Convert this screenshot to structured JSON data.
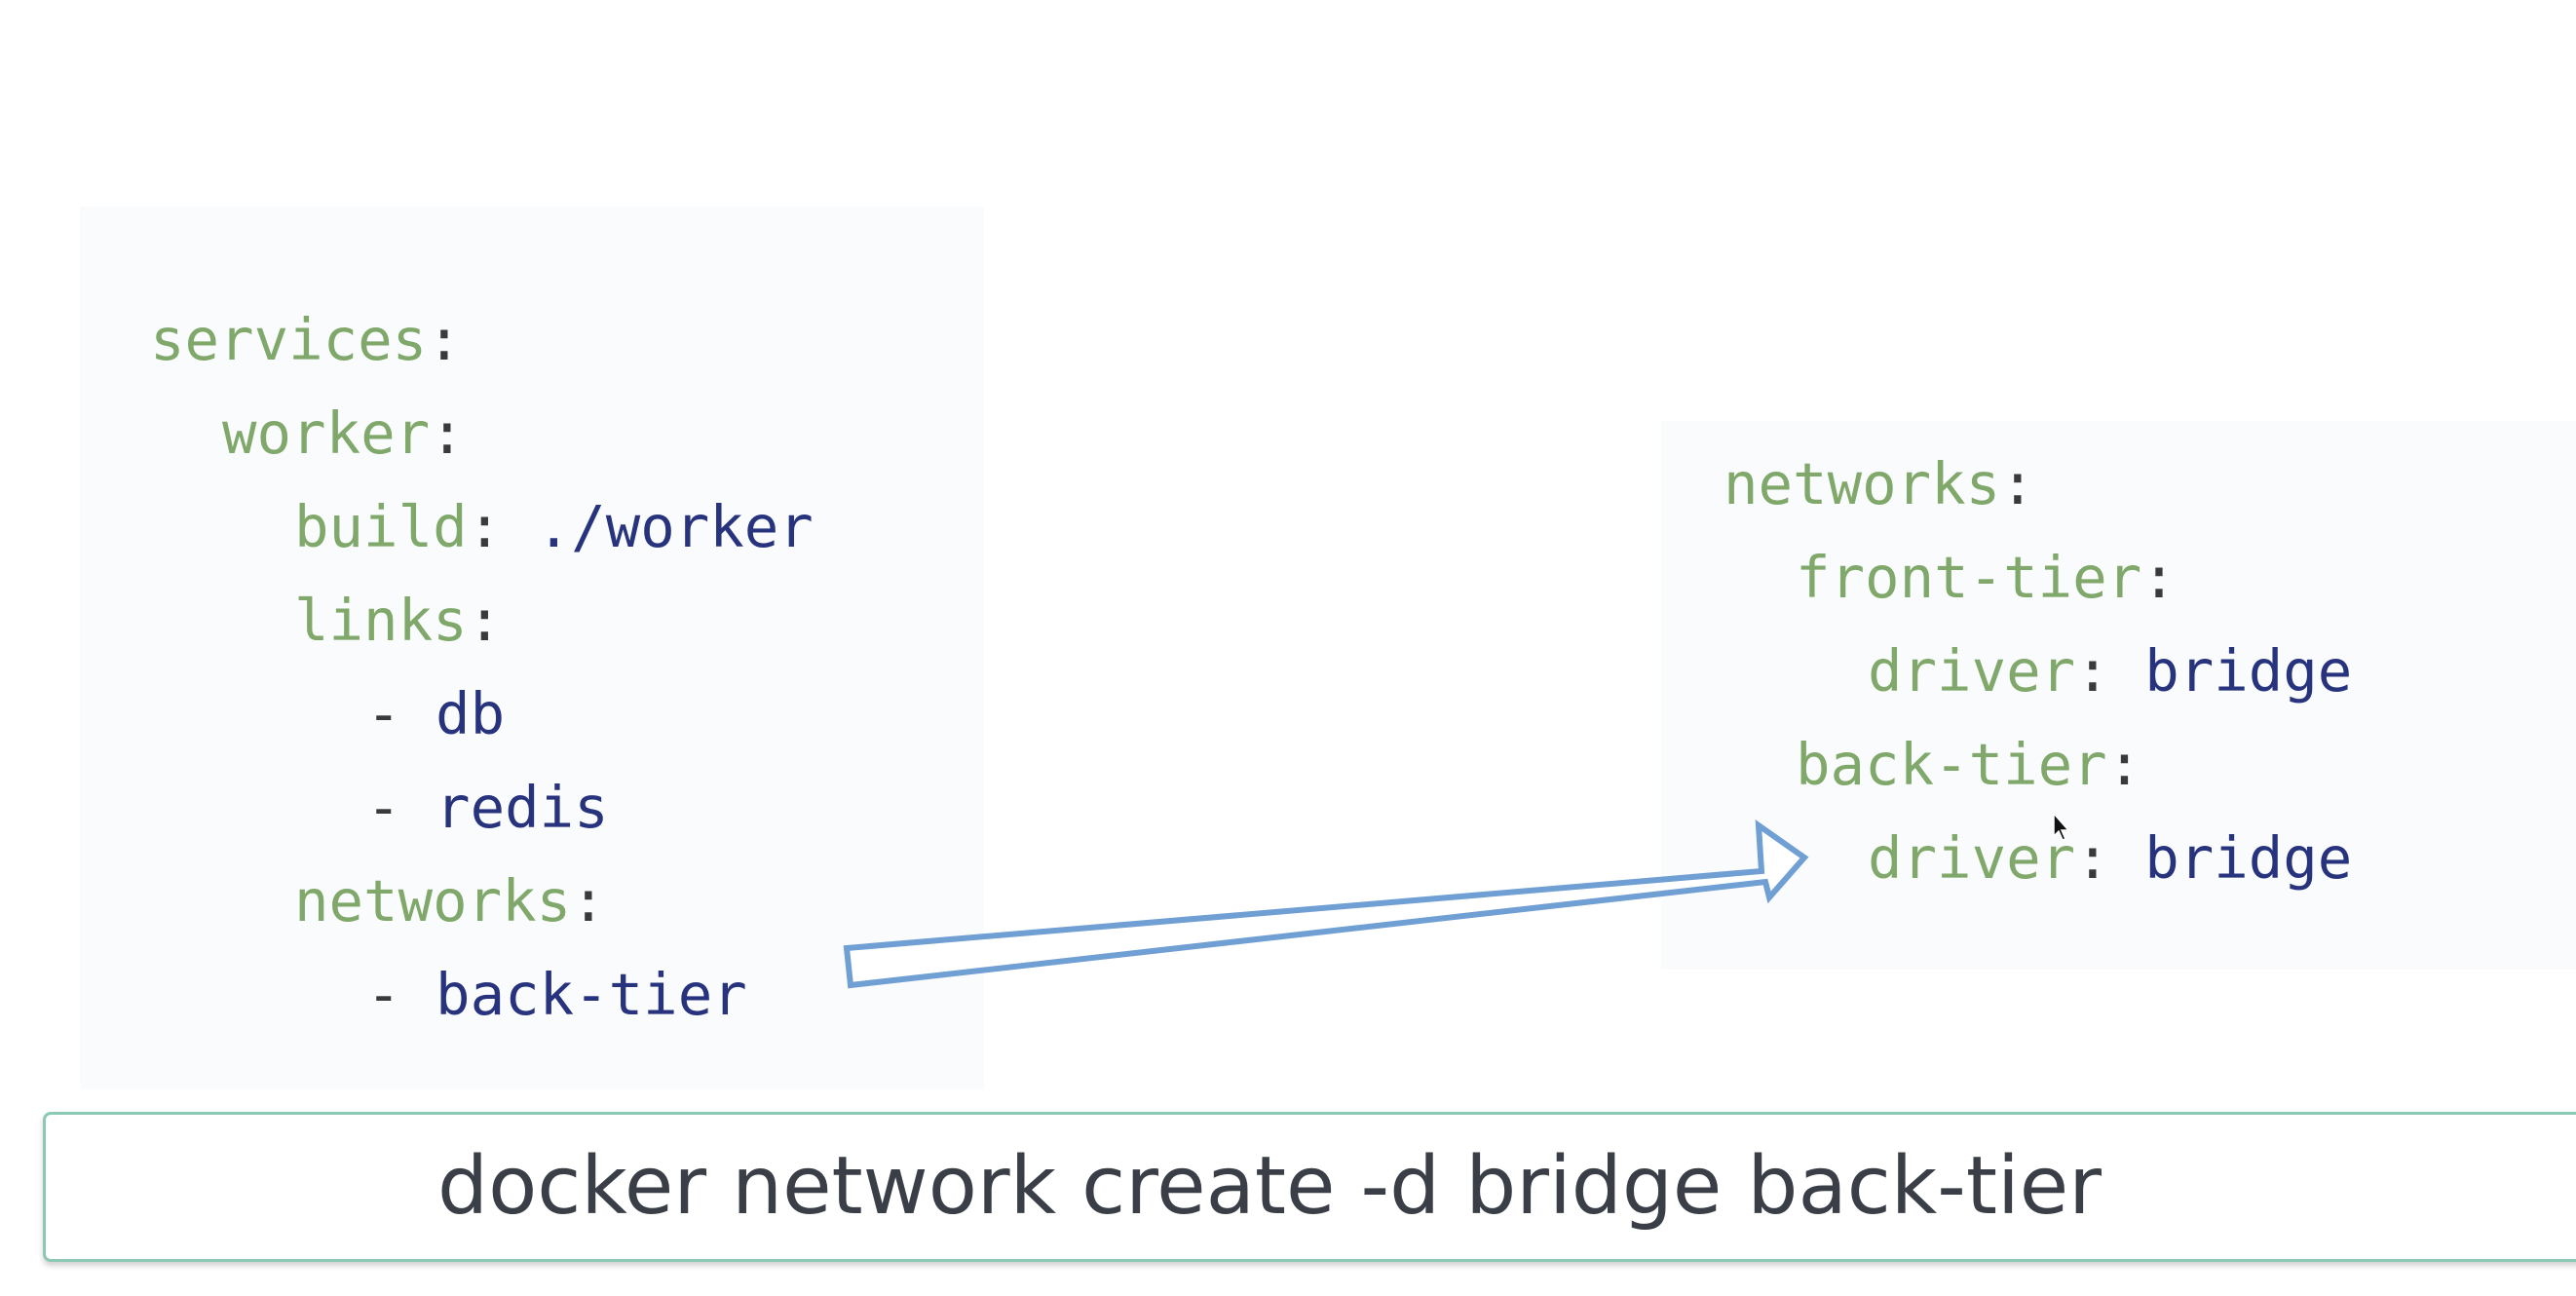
{
  "left_code": {
    "lines": [
      {
        "key": "services",
        "sep": ":",
        "value": ""
      },
      {
        "key": "worker",
        "sep": ":",
        "value": ""
      },
      {
        "key": "build",
        "sep": ": ",
        "value": "./worker"
      },
      {
        "key": "links",
        "sep": ":",
        "value": ""
      },
      {
        "key": "",
        "sep": "- ",
        "value": "db"
      },
      {
        "key": "",
        "sep": "- ",
        "value": "redis"
      },
      {
        "key": "networks",
        "sep": ":",
        "value": ""
      },
      {
        "key": "",
        "sep": "- ",
        "value": "back-tier"
      }
    ]
  },
  "right_code": {
    "lines": [
      {
        "key": "networks",
        "sep": ":",
        "value": ""
      },
      {
        "key": "front-tier",
        "sep": ":",
        "value": ""
      },
      {
        "key": "driver",
        "sep": ": ",
        "value": "bridge"
      },
      {
        "key": "back-tier",
        "sep": ":",
        "value": ""
      },
      {
        "key": "driver",
        "sep": ": ",
        "value": "bridge"
      }
    ]
  },
  "command": "docker network create -d bridge back-tier",
  "colors": {
    "key": "#7fa86a",
    "value": "#28337e",
    "arrow_stroke": "#6f9fd3",
    "command_border": "#8cc8b6",
    "command_text": "#3a3f47"
  }
}
